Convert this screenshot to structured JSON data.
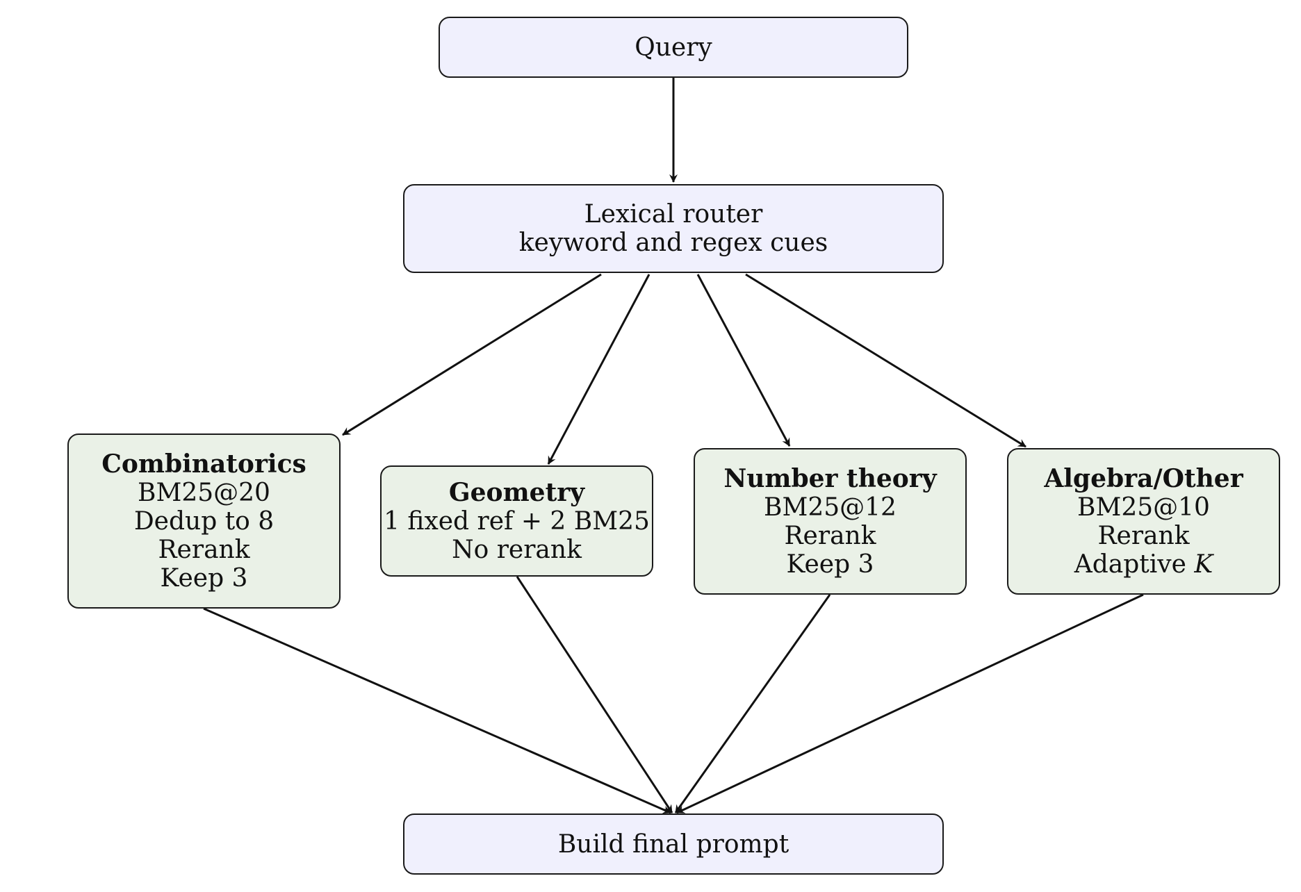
{
  "nodes": {
    "query": {
      "label": "Query"
    },
    "router": {
      "line1": "Lexical router",
      "line2": "keyword and regex cues"
    },
    "combinatorics": {
      "title": "Combinatorics",
      "lines": [
        "BM25@20",
        "Dedup to 8",
        "Rerank",
        "Keep 3"
      ]
    },
    "geometry": {
      "title": "Geometry",
      "lines": [
        "1 fixed ref + 2 BM25",
        "No rerank"
      ]
    },
    "number_theory": {
      "title": "Number theory",
      "lines": [
        "BM25@12",
        "Rerank",
        "Keep 3"
      ]
    },
    "algebra_other": {
      "title": "Algebra/Other",
      "lines": [
        "BM25@10",
        "Rerank"
      ],
      "adaptive_prefix": "Adaptive",
      "adaptive_var": "K"
    },
    "final": {
      "label": "Build final prompt"
    }
  },
  "colors": {
    "primary_fill": "#f0f0fd",
    "route_fill": "#eaf1e7",
    "stroke": "#1a1a1a"
  }
}
